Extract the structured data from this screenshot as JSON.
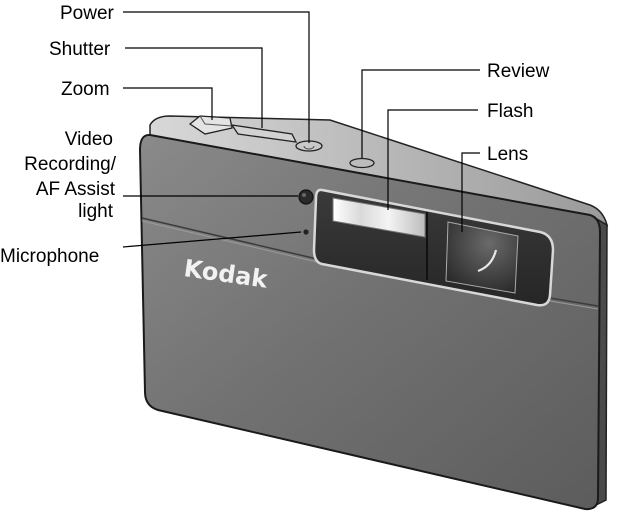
{
  "labels": {
    "power": "Power",
    "shutter": "Shutter",
    "zoom": "Zoom",
    "video_recording": [
      "Video",
      "Recording/",
      "AF Assist",
      "light"
    ],
    "microphone": "Microphone",
    "review": "Review",
    "flash": "Flash",
    "lens": "Lens"
  },
  "logo": "Kodak"
}
